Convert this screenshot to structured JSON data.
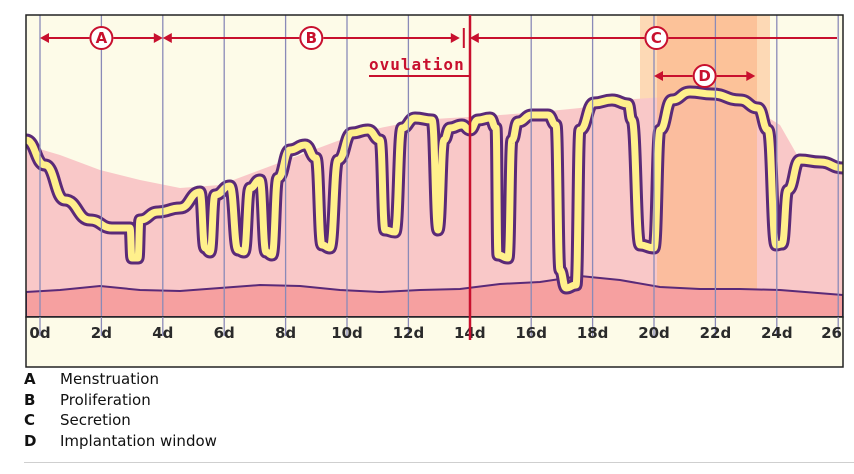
{
  "chart_data": {
    "type": "diagram",
    "x_ticks": [
      "0d",
      "2d",
      "4d",
      "6d",
      "8d",
      "10d",
      "12d",
      "14d",
      "16d",
      "18d",
      "20d",
      "22d",
      "24d",
      "26"
    ],
    "highlight_tick": "14d",
    "ovulation_label": "ovulation",
    "ovulation_day": 14,
    "phases": [
      {
        "letter": "A",
        "start_day": 0,
        "end_day": 4
      },
      {
        "letter": "B",
        "start_day": 4,
        "end_day": 14
      },
      {
        "letter": "C",
        "start_day": 14,
        "end_day": 26
      },
      {
        "letter": "D",
        "start_day": 20,
        "end_day": 23.3
      }
    ]
  },
  "legend": [
    {
      "key": "A",
      "label": "Menstruation"
    },
    {
      "key": "B",
      "label": "Proliferation"
    },
    {
      "key": "C",
      "label": "Secretion"
    },
    {
      "key": "D",
      "label": "Implantation window"
    }
  ],
  "colors": {
    "background": "#fdfbe8",
    "tissue": "#f9c8c8",
    "basal": "#f6a0a0",
    "window": "#fbb990",
    "accent": "#c8102e",
    "gland_fill": "#fff08c",
    "gland_outline": "#5a2a78"
  }
}
